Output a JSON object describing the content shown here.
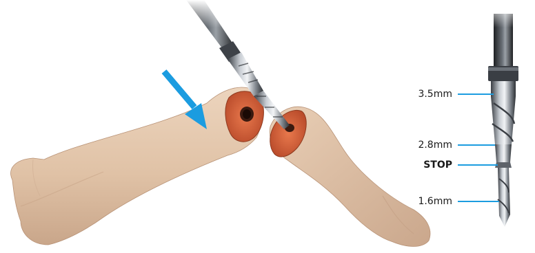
{
  "labels": [
    {
      "id": "d35",
      "text": "3.5mm",
      "bold": false
    },
    {
      "id": "d28",
      "text": "2.8mm",
      "bold": false
    },
    {
      "id": "stop",
      "text": "STOP",
      "bold": true
    },
    {
      "id": "d16",
      "text": "1.6mm",
      "bold": false
    }
  ],
  "colors": {
    "bone": "#e3c6ab",
    "bone_shadow": "#c9a68a",
    "cancellous": "#d9683f",
    "arrow": "#1b9ce0",
    "leader": "#1b9ce0",
    "drill_steel": "#8a8f96",
    "drill_dark": "#2e3135"
  },
  "icons": [
    "pointer-arrow",
    "drill-bit",
    "step-drill-bit"
  ]
}
